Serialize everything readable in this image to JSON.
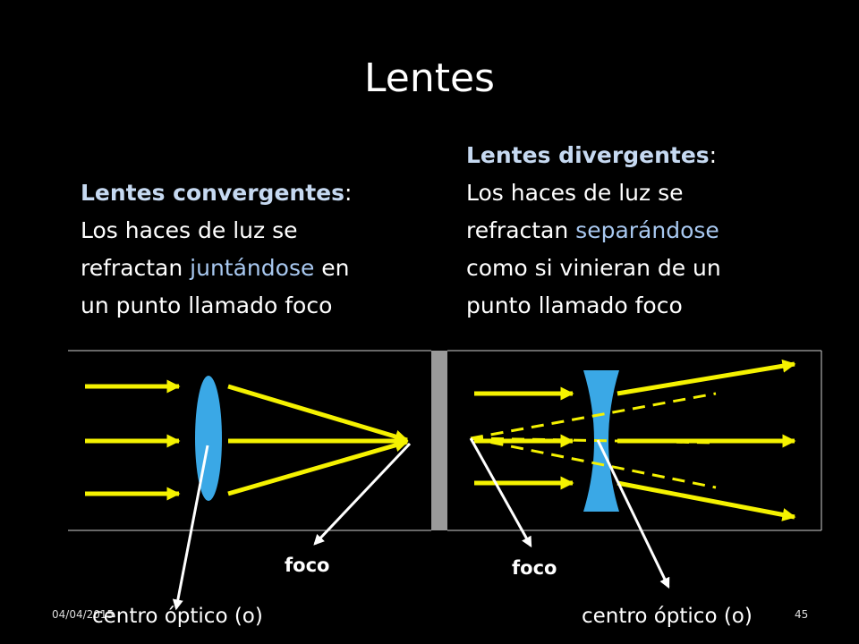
{
  "slide": {
    "title": "Lentes",
    "date": "04/04/2015",
    "page": "45"
  },
  "converging": {
    "heading": "Lentes convergentes",
    "colon": ":",
    "line1": "Los haces de luz se",
    "line2a": "refractan ",
    "line2b": "juntándose",
    "line2c": " en",
    "line3": "un punto llamado foco"
  },
  "diverging": {
    "heading": "Lentes divergentes",
    "colon": ":",
    "line1": "Los haces de luz se",
    "line2a": "refractan ",
    "line2b": "separándose",
    "line3": "como si vinieran de un",
    "line4": "punto llamado foco"
  },
  "labels": {
    "focus_left": "foco",
    "focus_right": "foco",
    "optical_center_left": "centro óptico (o)",
    "optical_center_right": "centro óptico (o)"
  },
  "colors": {
    "ray": "#f5f200",
    "lens": "#3aa8e6",
    "divider": "#9a9a9a",
    "heading": "#c6d9f1",
    "highlight": "#a8c8f0"
  }
}
